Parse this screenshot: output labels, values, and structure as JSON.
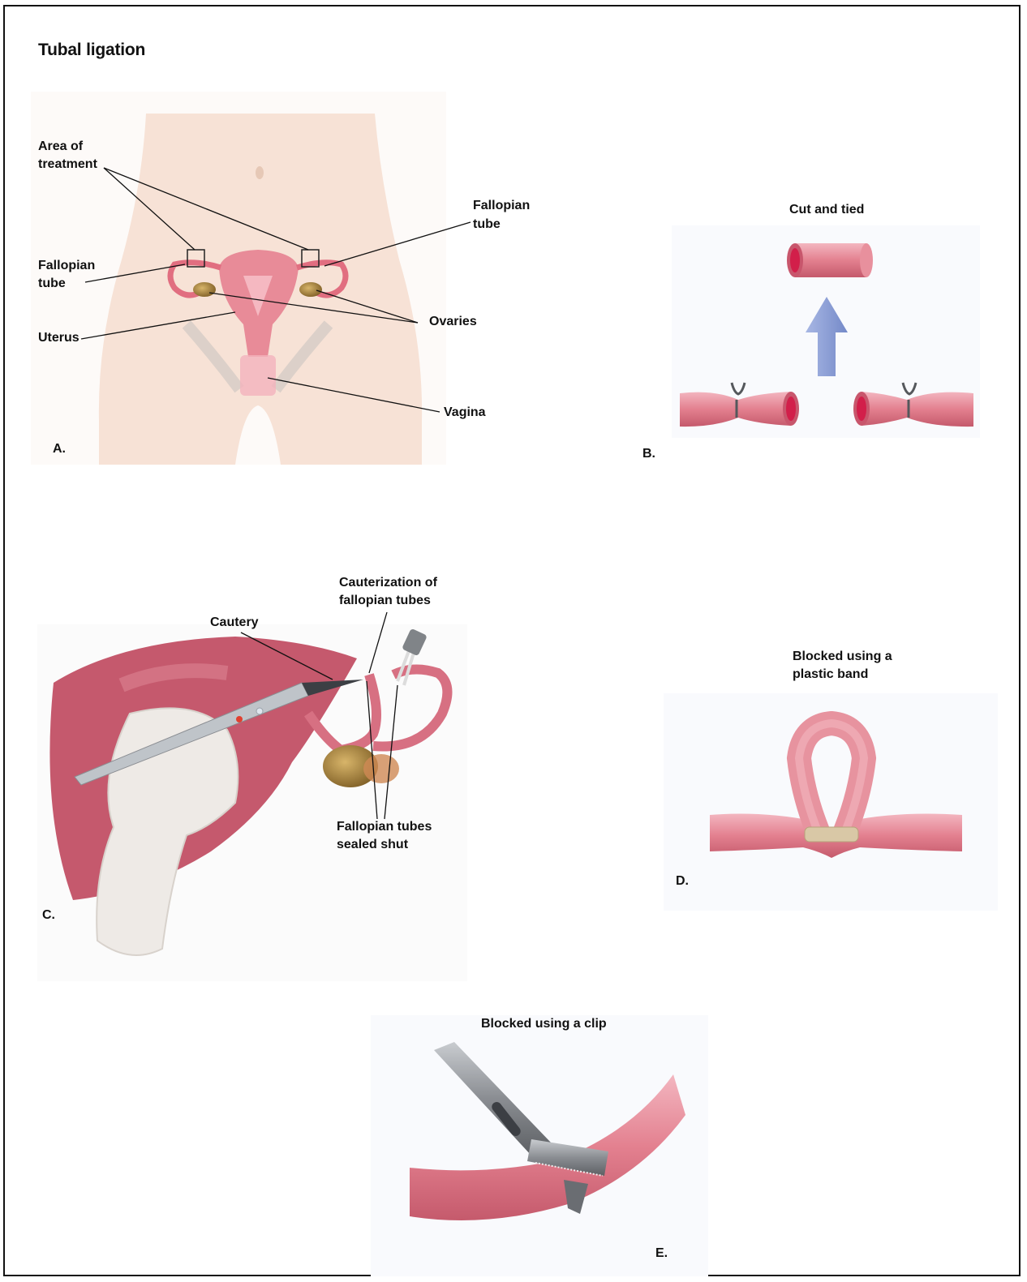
{
  "title": "Tubal ligation",
  "panel_a": {
    "letter": "A.",
    "labels": {
      "area_of_treatment_1": "Area of",
      "area_of_treatment_2": "treatment",
      "fallopian_left_1": "Fallopian",
      "fallopian_left_2": "tube",
      "fallopian_right_1": "Fallopian",
      "fallopian_right_2": "tube",
      "uterus": "Uterus",
      "ovaries": "Ovaries",
      "vagina": "Vagina"
    }
  },
  "panel_b": {
    "letter": "B.",
    "caption": "Cut and tied"
  },
  "panel_c": {
    "letter": "C.",
    "cautery": "Cautery",
    "cauterization_1": "Cauterization of",
    "cauterization_2": "fallopian tubes",
    "sealed_1": "Fallopian tubes",
    "sealed_2": "sealed shut"
  },
  "panel_d": {
    "letter": "D.",
    "caption_1": "Blocked using a",
    "caption_2": "plastic band"
  },
  "panel_e": {
    "letter": "E.",
    "caption": "Blocked using a clip"
  },
  "colors": {
    "tube": "#e58a99",
    "tube_dark": "#c8566c",
    "lumen": "#d21f4a",
    "skin": "#f7e2d6",
    "arrow": "#8ea1d8",
    "clip": "#8a8d92",
    "ovary": "#b58a3a",
    "band": "#d9c8a6",
    "glove": "#eeeae6"
  }
}
